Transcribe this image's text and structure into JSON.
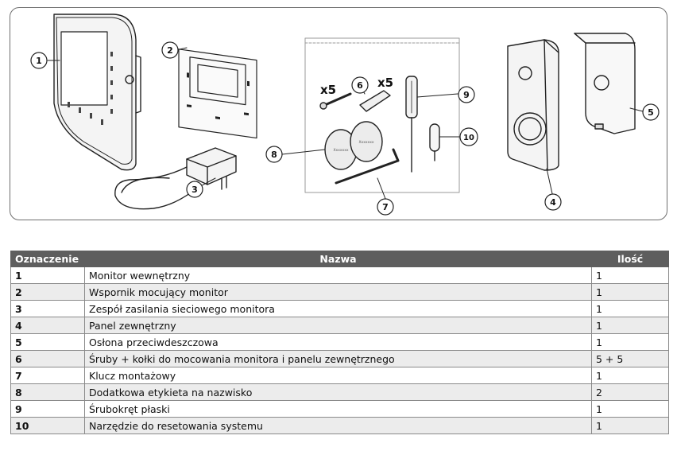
{
  "illustration": {
    "callouts": [
      "1",
      "2",
      "3",
      "4",
      "5",
      "6",
      "7",
      "8",
      "9",
      "10"
    ],
    "quantity_marks": [
      "x5",
      "x5"
    ],
    "label_text": "Xxxxxxx"
  },
  "table": {
    "headers": {
      "code": "Oznaczenie",
      "name": "Nazwa",
      "qty": "Ilość"
    },
    "rows": [
      {
        "code": "1",
        "name": "Monitor wewnętrzny",
        "qty": "1"
      },
      {
        "code": "2",
        "name": "Wspornik mocujący monitor",
        "qty": "1"
      },
      {
        "code": "3",
        "name": "Zespół zasilania sieciowego monitora",
        "qty": "1"
      },
      {
        "code": "4",
        "name": "Panel zewnętrzny",
        "qty": "1"
      },
      {
        "code": "5",
        "name": "Osłona przeciwdeszczowa",
        "qty": "1"
      },
      {
        "code": "6",
        "name": "Śruby + kołki do mocowania monitora i panelu zewnętrznego",
        "qty": "5 + 5"
      },
      {
        "code": "7",
        "name": "Klucz montażowy",
        "qty": "1"
      },
      {
        "code": "8",
        "name": "Dodatkowa etykieta na nazwisko",
        "qty": "2"
      },
      {
        "code": "9",
        "name": "Śrubokręt płaski",
        "qty": "1"
      },
      {
        "code": "10",
        "name": "Narzędzie do resetowania systemu",
        "qty": "1"
      }
    ]
  }
}
